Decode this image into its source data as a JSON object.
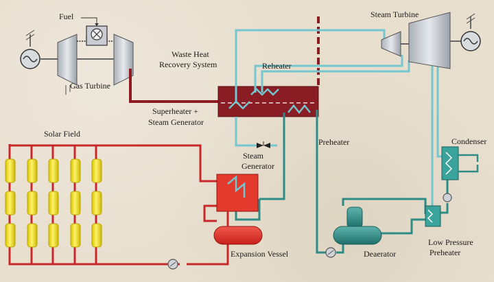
{
  "labels": {
    "fuel": "Fuel",
    "gas_turbine": "Gas Turbine",
    "waste_heat_1": "Waste Heat",
    "waste_heat_2": "Recovery System",
    "reheater": "Reheater",
    "steam_turbine": "Steam Turbine",
    "superheater_1": "Superheater +",
    "superheater_2": "Steam Generator",
    "solar_field": "Solar Field",
    "preheater": "Preheater",
    "steam_gen_1": "Steam",
    "steam_gen_2": "Generator",
    "condenser": "Condenser",
    "expansion_vessel": "Expansion Vessel",
    "deaerator": "Deaerator",
    "lp_preheater_1": "Low Pressure",
    "lp_preheater_2": "Preheater"
  },
  "colors": {
    "htf_red": "#c8282a",
    "exhaust_dark_red": "#8e1a22",
    "water_cyan": "#74c6cf",
    "feed_teal": "#2f8b86",
    "heat_box": "#e43a2e",
    "hrsg_box": "#8a1c24",
    "machine_gray": "#c9cdd3",
    "collector_yellow": "#f4e21a",
    "background": "#e8dfcf"
  }
}
